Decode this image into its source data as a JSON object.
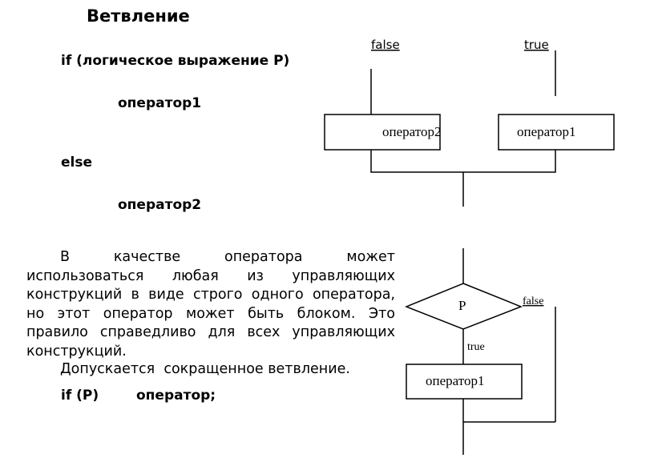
{
  "title": "Ветвление",
  "code_full": {
    "if_line": "if (логическое выражение P)",
    "then_stmt": "оператор1",
    "else_kw": "else",
    "else_stmt": "оператор2"
  },
  "paragraph": {
    "lines": [
      "В качестве оператора может",
      "использоваться любая из управляющих",
      "конструкций в виде строго одного оператора,",
      "но этот оператор может быть блоком. Это",
      "правило справедливо для всех управляющих",
      "конструкций."
    ],
    "short_note": "Допускается  сокращенное ветвление."
  },
  "code_short": {
    "cond": "if (P)",
    "stmt": "оператор;"
  },
  "diagram_full": {
    "false_label": "false",
    "true_label": "true",
    "box_left": "оператор2",
    "box_right": "оператор1"
  },
  "diagram_short": {
    "condition": "P",
    "false_label": "false",
    "true_label": "true",
    "box": "оператор1"
  }
}
